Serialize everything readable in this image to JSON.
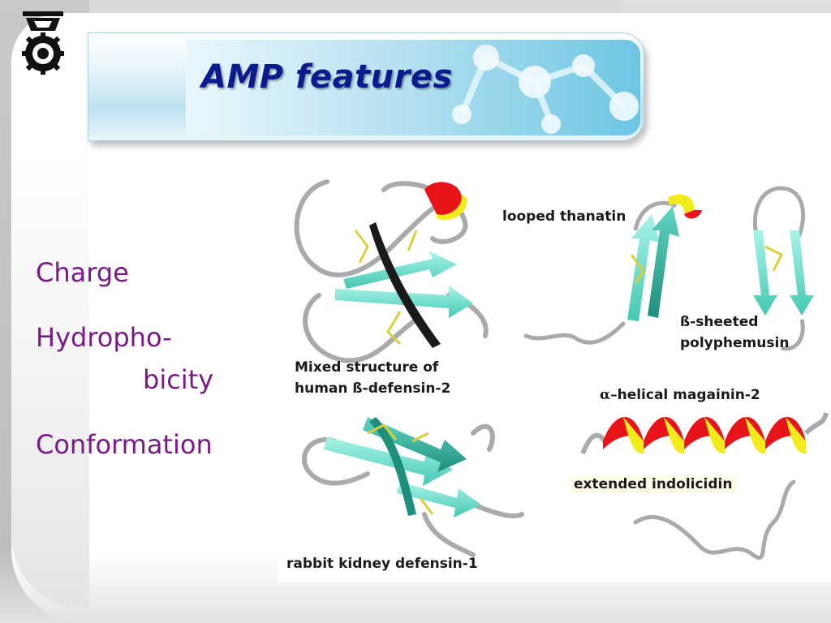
{
  "slide": {
    "title": "AMP features",
    "terms": [
      {
        "line1": "Charge"
      },
      {
        "line1": "Hydropho-",
        "line2": "bicity"
      },
      {
        "line1": "Conformation"
      }
    ]
  },
  "figure": {
    "labels": {
      "looped": "looped thanatin",
      "sheeted_1": "ß-sheeted",
      "sheeted_2": "polyphemusin",
      "mixed_1": "Mixed structure of",
      "mixed_2": "human ß-defensin-2",
      "helical_symbol": "α–",
      "helical": "helical magainin-2",
      "extended": "extended indolicidin",
      "rabbit": "rabbit kidney defensin-1"
    }
  },
  "colors": {
    "title": "#0b1a8c",
    "terms": "#7a1a86",
    "sheet": "#7fe8d6",
    "helix_red": "#e8141a",
    "helix_yellow": "#f2ea1a",
    "disulfide": "#d8d03a",
    "coil": "#a8aaac"
  }
}
